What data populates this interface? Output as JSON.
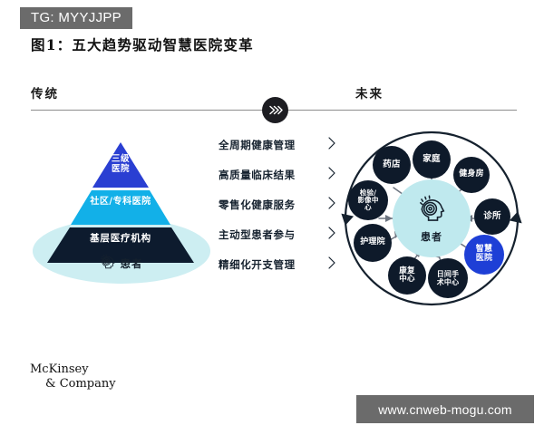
{
  "tag": {
    "label": "TG: MYYJJPP"
  },
  "title": "图1：五大趋势驱动智慧医院变革",
  "axis": {
    "left_label": "传统",
    "right_label": "未来",
    "badge_icon": "double-chevron-right-icon"
  },
  "pyramid": {
    "tiers": [
      {
        "label_line1": "三级",
        "label_line2": "医院",
        "color": "#2a3fd2"
      },
      {
        "label_line1": "社区/专科医院",
        "label_line2": "",
        "color": "#12b0e8"
      },
      {
        "label_line1": "基层医疗机构",
        "label_line2": "",
        "color": "#0d1b2e"
      }
    ],
    "base_label": "患者",
    "base_icon": "patient-head-fingerprint-icon",
    "ellipse_color": "#cdeef2"
  },
  "trends": [
    {
      "label": "全周期健康管理"
    },
    {
      "label": "高质量临床结果"
    },
    {
      "label": "零售化健康服务"
    },
    {
      "label": "主动型患者参与"
    },
    {
      "label": "精细化开支管理"
    }
  ],
  "ecosystem": {
    "center": {
      "label": "患者",
      "icon": "patient-head-fingerprint-icon",
      "color": "#bfe9ee"
    },
    "highlight_color": "#1e3fd6",
    "node_color": "#0e1a2a",
    "nodes": [
      {
        "id": "family",
        "label": "家庭",
        "highlight": false
      },
      {
        "id": "gym",
        "label": "健身房",
        "highlight": false
      },
      {
        "id": "clinic",
        "label": "诊所",
        "highlight": false
      },
      {
        "id": "smart-hospital",
        "label": "智慧医院",
        "highlight": true
      },
      {
        "id": "day-surgery",
        "label": "日间手术中心",
        "highlight": false
      },
      {
        "id": "rehab",
        "label": "康复中心",
        "highlight": false
      },
      {
        "id": "nursing-home",
        "label": "护理院",
        "highlight": false
      },
      {
        "id": "lab-imaging",
        "label": "检验/影像中心",
        "highlight": false
      },
      {
        "id": "pharmacy",
        "label": "药店",
        "highlight": false
      }
    ]
  },
  "footer": {
    "logo_line1": "McKinsey",
    "logo_line2": "& Company",
    "watermark": "www.cnweb-mogu.com"
  }
}
